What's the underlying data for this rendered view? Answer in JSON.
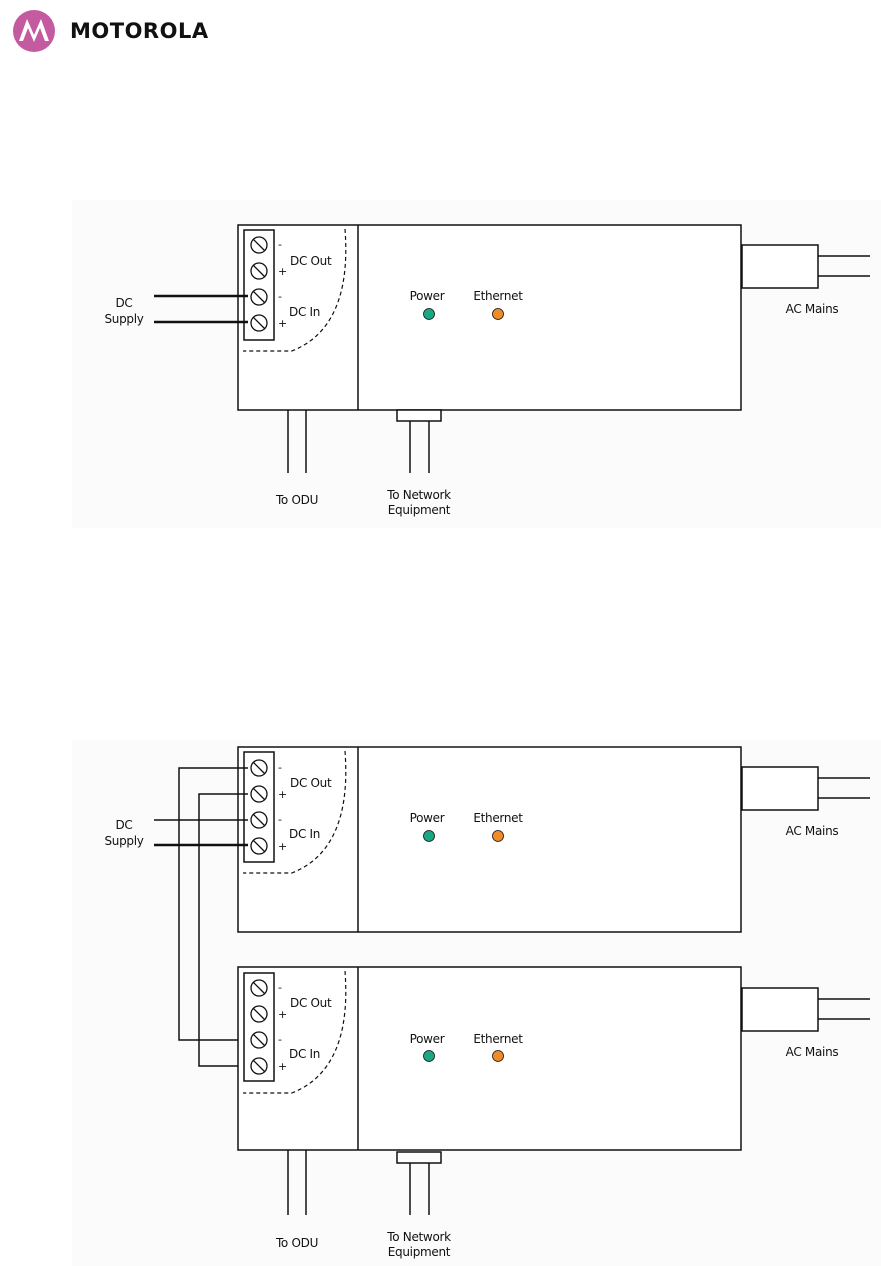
{
  "brand": {
    "name": "MOTOROLA",
    "accent_color": "#c45aa0",
    "logo_icon": "motorola-batwing-logo"
  },
  "diagram1": {
    "dc_supply": [
      "DC",
      "Supply"
    ],
    "dc_out": "DC Out",
    "dc_in": "DC In",
    "power": "Power",
    "ethernet": "Ethernet",
    "ac_mains": "AC Mains",
    "to_odu": "To ODU",
    "to_network": [
      "To Network",
      "Equipment"
    ],
    "terminal_signs": [
      "-",
      "+",
      "-",
      "+"
    ]
  },
  "diagram2": {
    "dc_supply": [
      "DC",
      "Supply"
    ],
    "unit1": {
      "dc_out": "DC Out",
      "dc_in": "DC In",
      "power": "Power",
      "ethernet": "Ethernet",
      "ac_mains": "AC Mains",
      "terminal_signs": [
        "-",
        "+",
        "-",
        "+"
      ]
    },
    "unit2": {
      "dc_out": "DC Out",
      "dc_in": "DC In",
      "power": "Power",
      "ethernet": "Ethernet",
      "ac_mains": "AC Mains",
      "terminal_signs": [
        "-",
        "+",
        "-",
        "+"
      ]
    },
    "to_odu": "To ODU",
    "to_network": [
      "To Network",
      "Equipment"
    ]
  },
  "colors": {
    "power_led": "#1aa884",
    "ethernet_led": "#f08c28"
  }
}
